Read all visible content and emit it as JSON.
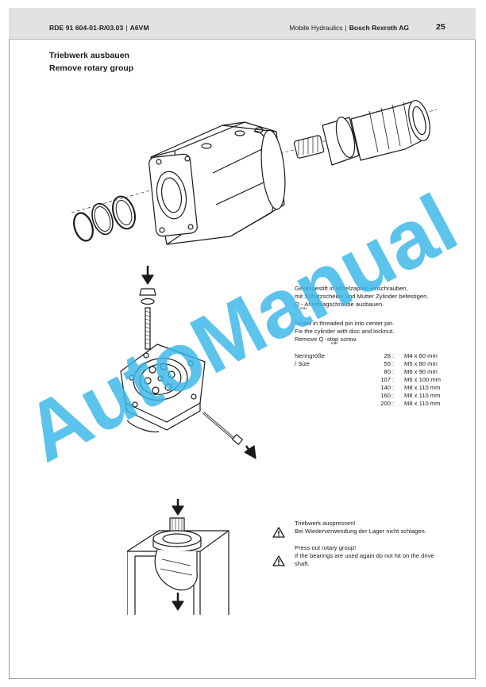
{
  "header": {
    "doc_number": "RDE 91 604-01-R/03.03",
    "separator": "|",
    "model": "A6VM",
    "division": "Mobile Hydraulics",
    "company": "Bosch Rexroth AG",
    "page_number": "25"
  },
  "section": {
    "title_de": "Triebwerk ausbauen",
    "title_en": "Remove rotary group"
  },
  "step2": {
    "de_lines": [
      "Gewindestift in Mittelzapfen einschrauben,",
      "mit Schutzscheibe und Mutter Zylinder befestigen.",
      "Q   - Anschlagschraube ausbauen."
    ],
    "en_lines": [
      "Screw in threaded pin into center pin.",
      "Fix the cylinder with disc and locknut.",
      "Remove Q     -stop screw."
    ],
    "subscript": "max",
    "size_label": "Nenngröße / Size",
    "sizes": [
      {
        "size": "28",
        "spec": "M4 x 60 mm"
      },
      {
        "size": "55",
        "spec": "M5 x 80 mm"
      },
      {
        "size": "80",
        "spec": "M6 x 90 mm"
      },
      {
        "size": "107",
        "spec": "M6 x 100 mm"
      },
      {
        "size": "140",
        "spec": "M8 x 110 mm"
      },
      {
        "size": "160",
        "spec": "M8 x 110 mm"
      },
      {
        "size": "200",
        "spec": "M8 x 110 mm"
      }
    ]
  },
  "step3": {
    "de_line1": "Triebwerk auspressen!",
    "de_line2": "Bei Wiederverwendung der Lager nicht schlagen.",
    "en_line1": "Press out rotary group!",
    "en_line2": "If the bearings are used again do not hit on the drive",
    "en_line3": "shaft."
  },
  "watermark": {
    "text": "AutoManual",
    "color": "#38b6e8"
  },
  "icons": {
    "warning": "warning-triangle-icon"
  }
}
